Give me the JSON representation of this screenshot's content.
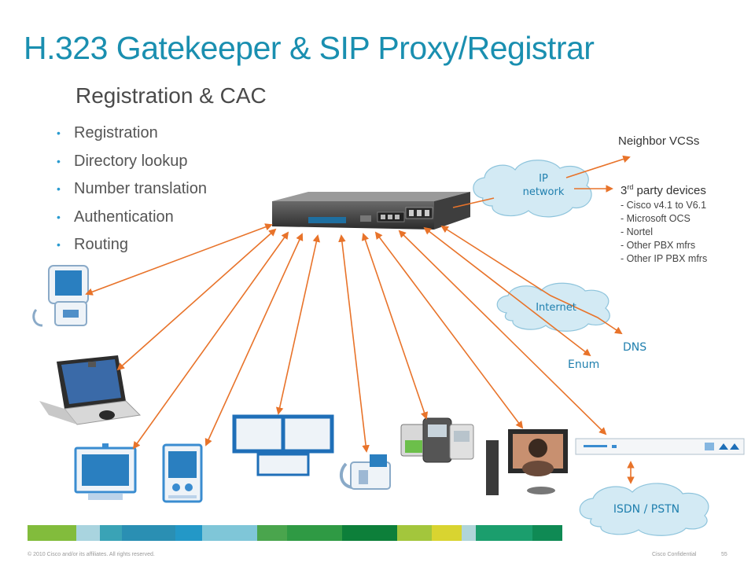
{
  "title": "H.323 Gatekeeper & SIP Proxy/Registrar",
  "subtitle": "Registration & CAC",
  "bullets": [
    "Registration",
    "Directory lookup",
    "Number translation",
    "Authentication",
    "Routing"
  ],
  "clouds": {
    "ip_network": [
      "IP",
      "network"
    ],
    "internet": "Internet",
    "isdn": "ISDN / PSTN"
  },
  "labels": {
    "neighbor": "Neighbor VCSs",
    "party_prefix": "3",
    "party_sup": "rd",
    "party_rest": " party devices",
    "dns": "DNS",
    "enum": "Enum"
  },
  "party_devices": [
    "- Cisco v4.1 to V6.1",
    "- Microsoft OCS",
    "- Nortel",
    "- Other PBX mfrs",
    "- Other IP PBX mfrs"
  ],
  "footer": {
    "copyright": "© 2010 Cisco and/or its affiliates. All rights reserved.",
    "confidential": "Cisco Confidential",
    "page": "55"
  },
  "colors": {
    "arrow": "#e8732a",
    "title": "#1a8fb0",
    "cloud_fill": "#d3eaf4",
    "cloud_stroke": "#8ec4dc",
    "footer_bar": [
      "#82bc3c",
      "#a9d4df",
      "#3aa3b6",
      "#2a8fb3",
      "#2398c7",
      "#7fc6d8",
      "#4aa54d",
      "#2f9a44",
      "#0d7f3a",
      "#a3c63c",
      "#d9d430",
      "#b0d5d9",
      "#1b9e6d",
      "#0f8a54"
    ]
  }
}
